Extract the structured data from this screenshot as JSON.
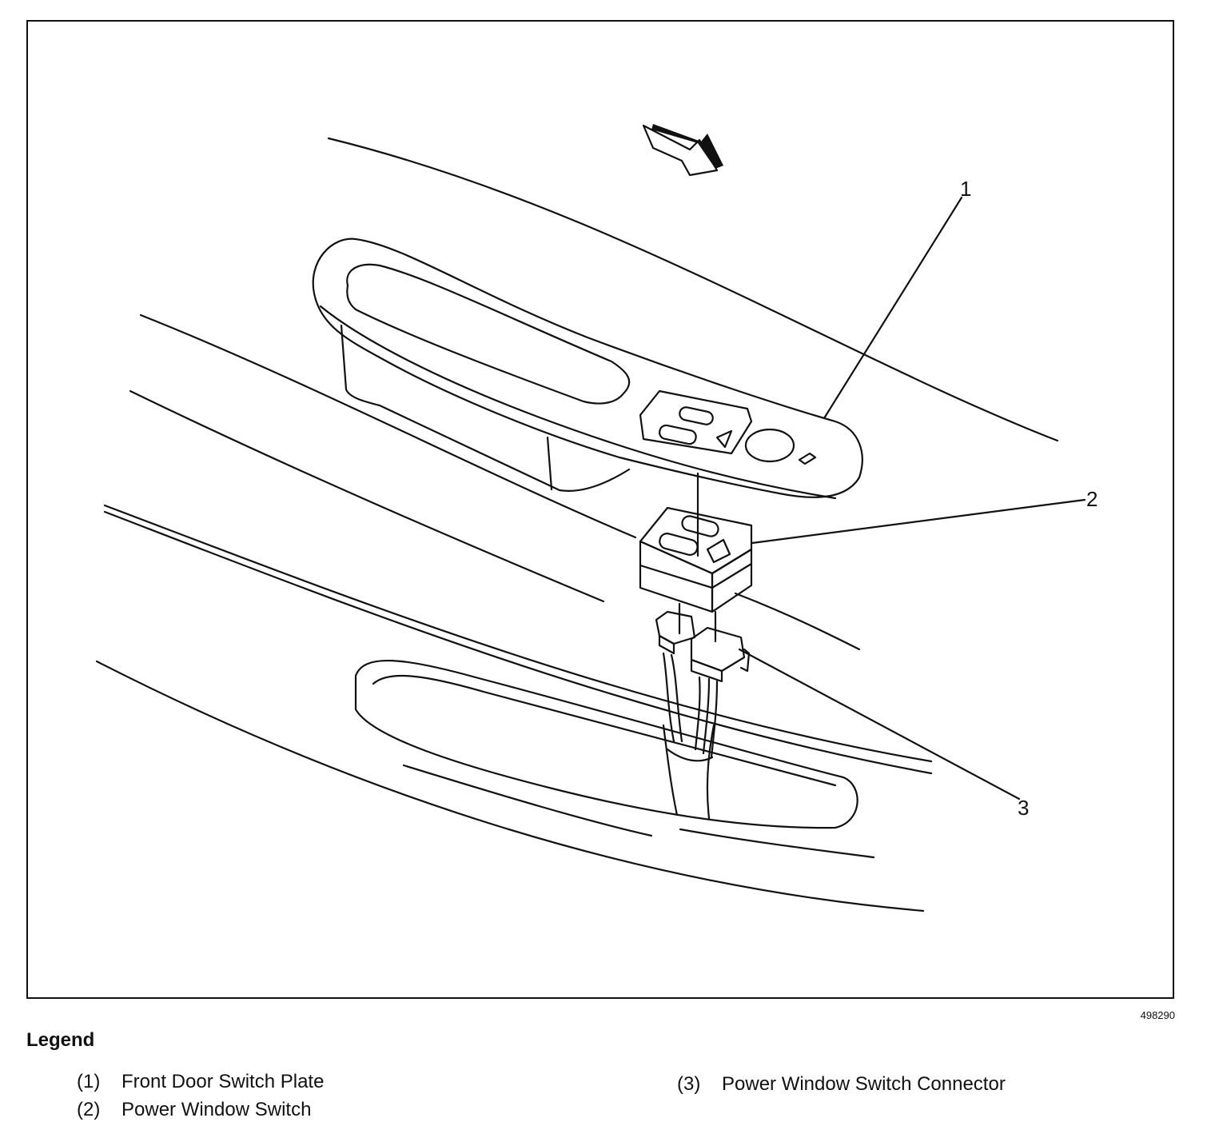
{
  "figure_id": "498290",
  "callouts": [
    "1",
    "2",
    "3"
  ],
  "legend": {
    "title": "Legend",
    "items": [
      {
        "num": "(1)",
        "label": "Front Door Switch Plate"
      },
      {
        "num": "(2)",
        "label": "Power Window Switch"
      },
      {
        "num": "(3)",
        "label": "Power Window Switch Connector"
      }
    ]
  }
}
